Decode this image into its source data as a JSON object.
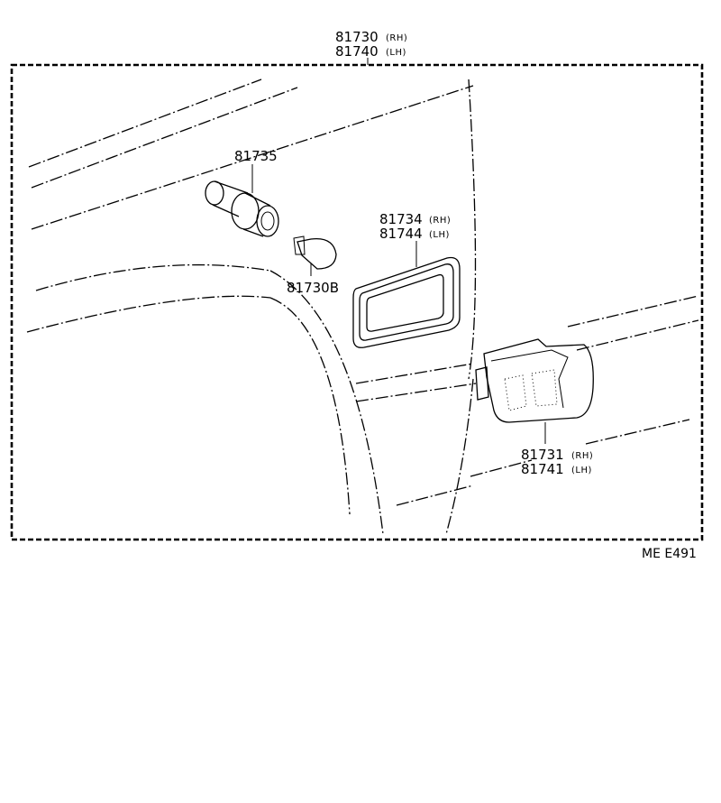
{
  "assembly": {
    "part_rh": "81730",
    "side_rh": "(RH)",
    "part_lh": "81740",
    "side_lh": "(LH)"
  },
  "parts": {
    "socket": "81735",
    "bulb": "81730B",
    "gasket_rh": "81734",
    "gasket_rh_side": "(RH)",
    "gasket_lh": "81744",
    "gasket_lh_side": "(LH)",
    "lens_rh": "81731",
    "lens_rh_side": "(RH)",
    "lens_lh": "81741",
    "lens_lh_side": "(LH)"
  },
  "footer": {
    "code": "ME  E491"
  }
}
